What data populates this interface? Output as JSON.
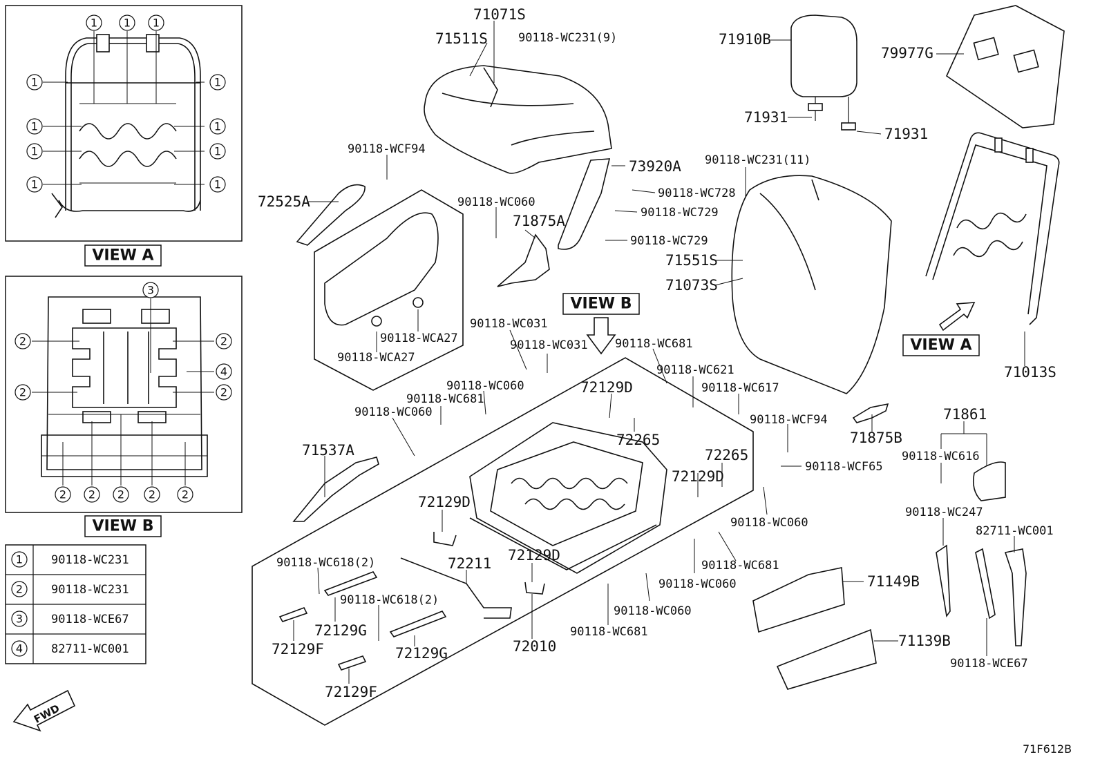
{
  "view_a": {
    "title": "VIEW A",
    "callouts": [
      "1",
      "1",
      "1",
      "1",
      "1",
      "1",
      "1",
      "1",
      "1",
      "1",
      "1"
    ]
  },
  "view_b": {
    "title": "VIEW B",
    "callouts": [
      "3",
      "2",
      "2",
      "2",
      "2",
      "4",
      "2",
      "2",
      "2",
      "2",
      "2"
    ]
  },
  "legend": [
    {
      "symbol": "1",
      "part": "90118-WC231"
    },
    {
      "symbol": "2",
      "part": "90118-WC231"
    },
    {
      "symbol": "3",
      "part": "90118-WCE67"
    },
    {
      "symbol": "4",
      "part": "82711-WC001"
    }
  ],
  "fwd_label": "FWD",
  "diagram_id": "71F612B",
  "view_b_arrow_label": "VIEW B",
  "view_a_arrow_label": "VIEW A",
  "parts": {
    "p71071S": "71071S",
    "p71511S": "71511S",
    "p90118_WC231_9": "90118-WC231(9)",
    "p71910B": "71910B",
    "p79977G": "79977G",
    "p71931_a": "71931",
    "p71931_b": "71931",
    "p90118_WCF94_a": "90118-WCF94",
    "p72525A": "72525A",
    "p73920A": "73920A",
    "p90118_WC231_11": "90118-WC231(11)",
    "p90118_WC728": "90118-WC728",
    "p90118_WC729_a": "90118-WC729",
    "p90118_WC729_b": "90118-WC729",
    "p90118_WC060_a": "90118-WC060",
    "p71875A": "71875A",
    "p71551S": "71551S",
    "p71073S": "71073S",
    "p90118_WCA27_a": "90118-WCA27",
    "p90118_WCA27_b": "90118-WCA27",
    "p90118_WC031_a": "90118-WC031",
    "p90118_WC031_b": "90118-WC031",
    "p90118_WC681_a": "90118-WC681",
    "p90118_WC621": "90118-WC621",
    "p71013S": "71013S",
    "p90118_WC060_b": "90118-WC060",
    "p90118_WC681_b": "90118-WC681",
    "p90118_WC060_c": "90118-WC060",
    "p72129D_a": "72129D",
    "p90118_WC617": "90118-WC617",
    "p90118_WCF94_b": "90118-WCF94",
    "p71875B": "71875B",
    "p72265_a": "72265",
    "p72265_b": "72265",
    "p71861": "71861",
    "p90118_WC616": "90118-WC616",
    "p71537A": "71537A",
    "p90118_WCF65": "90118-WCF65",
    "p72129D_b": "72129D",
    "p72129D_c": "72129D",
    "p90118_WC060_d": "90118-WC060",
    "p90118_WC247": "90118-WC247",
    "p82711_WC001": "82711-WC001",
    "p90118_WC618_2_a": "90118-WC618(2)",
    "p72211": "72211",
    "p72129D_d": "72129D",
    "p90118_WC681_c": "90118-WC681",
    "p71149B": "71149B",
    "p90118_WC618_2_b": "90118-WC618(2)",
    "p90118_WC060_e": "90118-WC060",
    "p72129G_a": "72129G",
    "p90118_WC060_f": "90118-WC060",
    "p72129F_a": "72129F",
    "p72010": "72010",
    "p72129G_b": "72129G",
    "p90118_WC681_d": "90118-WC681",
    "p71139B": "71139B",
    "p90118_WCE67": "90118-WCE67",
    "p72129F_b": "72129F"
  }
}
